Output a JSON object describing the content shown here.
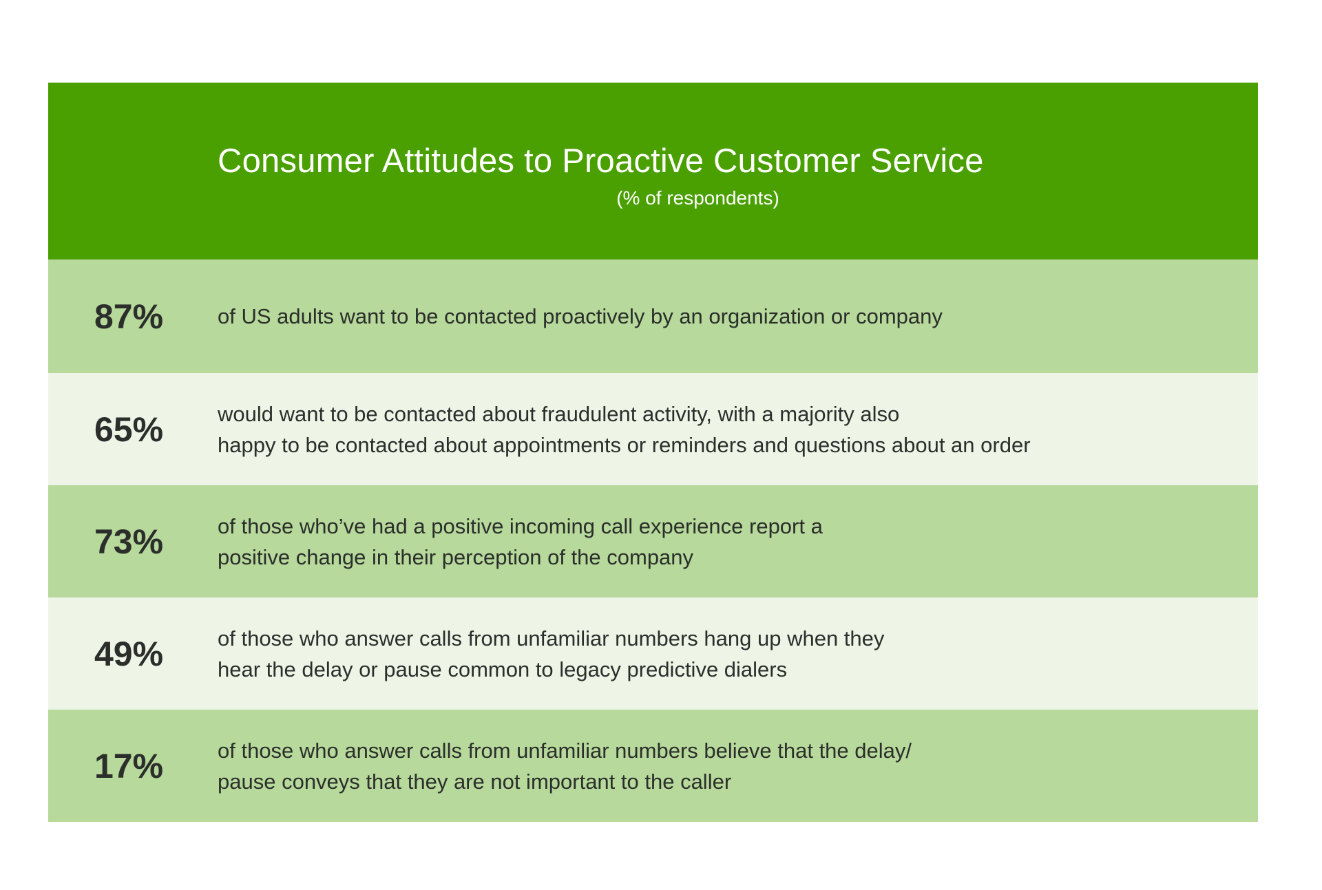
{
  "header": {
    "title": "Consumer Attitudes to Proactive Customer Service",
    "subtitle": "(% of respondents)"
  },
  "rows": [
    {
      "value": "87%",
      "lines": [
        "of US adults want to be contacted proactively by an organization or company"
      ]
    },
    {
      "value": "65%",
      "lines": [
        "would want to be contacted about fraudulent activity, with a majority also",
        "happy to be contacted about appointments or reminders and questions about an order"
      ]
    },
    {
      "value": "73%",
      "lines": [
        "of those who’ve had a positive incoming call experience report a",
        "positive change in their perception of the company"
      ]
    },
    {
      "value": "49%",
      "lines": [
        "of those who answer calls from unfamiliar numbers hang up when they",
        "hear the delay or pause common to legacy predictive dialers"
      ]
    },
    {
      "value": "17%",
      "lines": [
        "of those who answer calls from unfamiliar numbers believe that the delay/",
        "pause conveys that they are not important to the caller"
      ]
    }
  ],
  "colors": {
    "header_bg": "#4aa000",
    "row_dark": "#b7d99b",
    "row_light": "#eef5e7",
    "text": "#2b2e2b"
  },
  "chart_data": {
    "type": "table",
    "title": "Consumer Attitudes to Proactive Customer Service",
    "subtitle": "(% of respondents)",
    "categories": [
      "of US adults want to be contacted proactively by an organization or company",
      "would want to be contacted about fraudulent activity, with a majority also happy to be contacted about appointments or reminders and questions about an order",
      "of those who’ve had a positive incoming call experience report a positive change in their perception of the company",
      "of those who answer calls from unfamiliar numbers hang up when they hear the delay or pause common to legacy predictive dialers",
      "of those who answer calls from unfamiliar numbers believe that the delay/pause conveys that they are not important to the caller"
    ],
    "values": [
      87,
      65,
      73,
      49,
      17
    ],
    "unit": "%",
    "xlabel": "",
    "ylabel": "% of respondents"
  }
}
